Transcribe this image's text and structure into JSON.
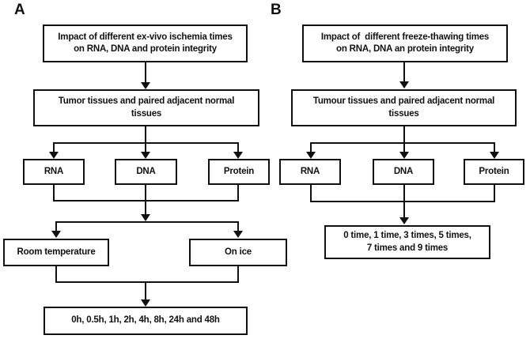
{
  "colors": {
    "background": "#ffffff",
    "line": "#111111",
    "text": "#111111"
  },
  "panels": {
    "a": {
      "label": "A",
      "top_box_lines": [
        "Impact of different ex-vivo ischemia times",
        "on RNA, DNA and protein integrity"
      ],
      "tissue_box_lines": [
        "Tumor tissues and paired adjacent normal",
        "tissues"
      ],
      "rna": "RNA",
      "dna": "DNA",
      "protein": "Protein",
      "room_temp": "Room temperature",
      "on_ice": "On ice",
      "times": "0h, 0.5h, 1h, 2h, 4h, 8h, 24h and 48h"
    },
    "b": {
      "label": "B",
      "top_box_lines": [
        "Impact of  different freeze-thawing times",
        "on RNA, DNA an protein integrity"
      ],
      "tissue_box_lines": [
        "Tumour tissues and paired adjacent normal",
        "tissues"
      ],
      "rna": "RNA",
      "dna": "DNA",
      "protein": "Protein",
      "times_lines": [
        "0 time, 1 time, 3 times, 5 times,",
        "7 times and 9 times"
      ]
    }
  }
}
